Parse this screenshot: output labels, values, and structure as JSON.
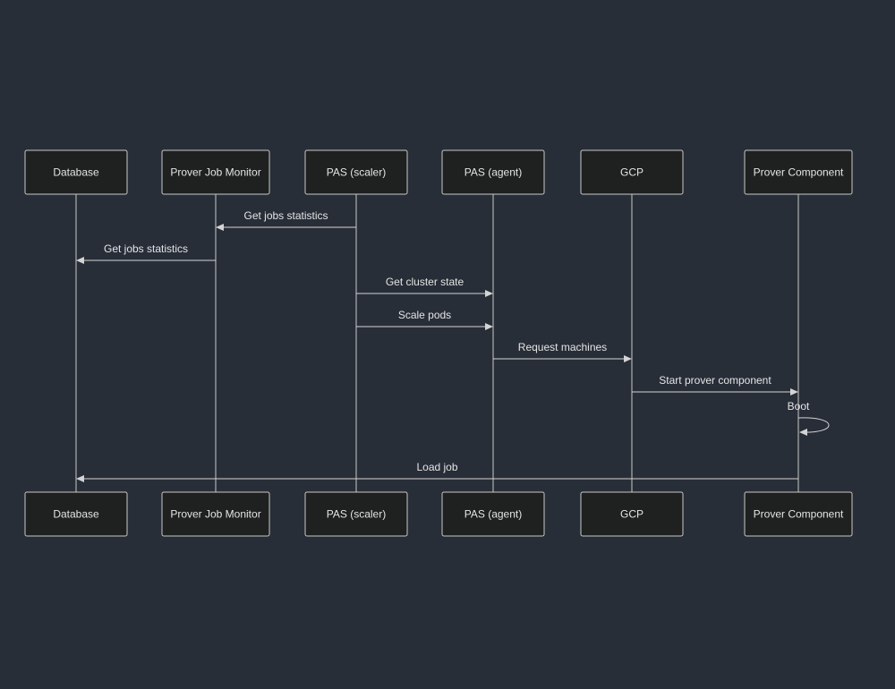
{
  "colors": {
    "background": "#282e38",
    "actor_fill": "#1f2020",
    "line": "#c9c9c9",
    "text": "#e4e4e4"
  },
  "participants": [
    {
      "id": "db",
      "label": "Database"
    },
    {
      "id": "pjm",
      "label": "Prover Job Monitor"
    },
    {
      "id": "scaler",
      "label": "PAS (scaler)"
    },
    {
      "id": "agent",
      "label": "PAS (agent)"
    },
    {
      "id": "gcp",
      "label": "GCP"
    },
    {
      "id": "pc",
      "label": "Prover Component"
    }
  ],
  "messages": [
    {
      "from": "scaler",
      "to": "pjm",
      "label": "Get jobs statistics"
    },
    {
      "from": "pjm",
      "to": "db",
      "label": "Get jobs statistics"
    },
    {
      "from": "scaler",
      "to": "agent",
      "label": "Get cluster state"
    },
    {
      "from": "scaler",
      "to": "agent",
      "label": "Scale pods"
    },
    {
      "from": "agent",
      "to": "gcp",
      "label": "Request machines"
    },
    {
      "from": "gcp",
      "to": "pc",
      "label": "Start prover component"
    },
    {
      "from": "pc",
      "to": "pc",
      "label": "Boot"
    },
    {
      "from": "pc",
      "to": "db",
      "label": "Load job"
    }
  ]
}
